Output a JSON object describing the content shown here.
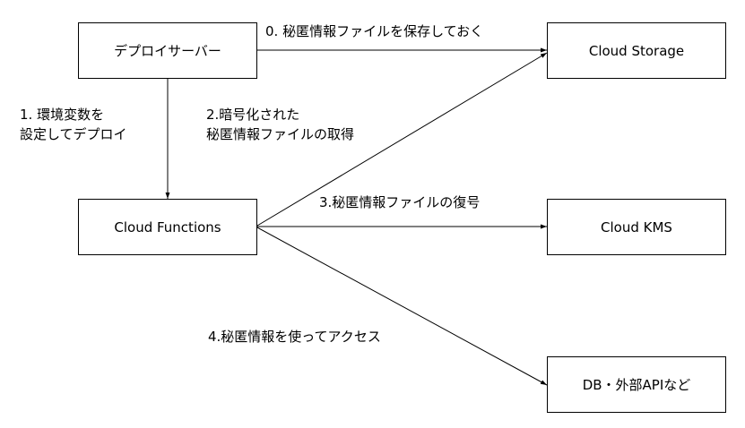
{
  "nodes": {
    "deploy_server": "デプロイサーバー",
    "cloud_functions": "Cloud Functions",
    "cloud_storage": "Cloud Storage",
    "cloud_kms": "Cloud KMS",
    "db_external": "DB・外部APIなど"
  },
  "edges": {
    "step0": "0. 秘匿情報ファイルを保存しておく",
    "step1_line1": "1. 環境変数を",
    "step1_line2": "設定してデプロイ",
    "step2_line1": "2.暗号化された",
    "step2_line2": "秘匿情報ファイルの取得",
    "step3": "3.秘匿情報ファイルの復号",
    "step4": "4.秘匿情報を使ってアクセス"
  },
  "colors": {
    "line": "#000000",
    "box_border": "#000000",
    "background": "#ffffff"
  }
}
